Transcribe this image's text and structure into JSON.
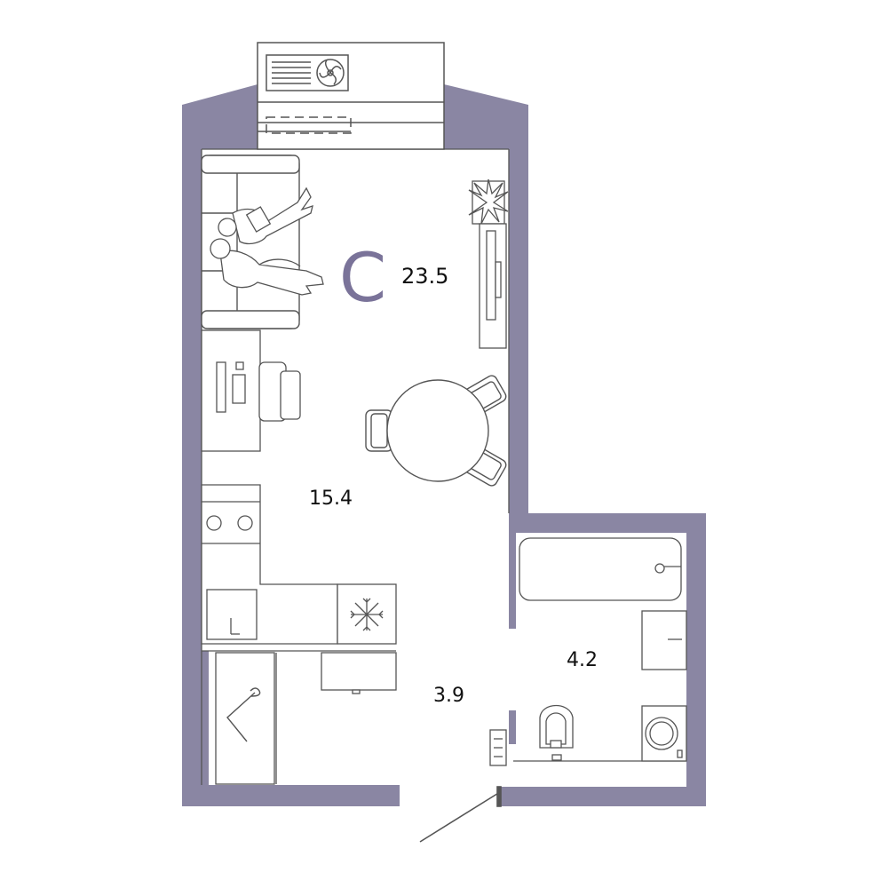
{
  "plan": {
    "apartment_type": "С",
    "total_area": "23.5",
    "rooms": [
      {
        "id": "living-kitchen",
        "area": "15.4"
      },
      {
        "id": "hallway",
        "area": "3.9"
      },
      {
        "id": "bathroom",
        "area": "4.2"
      }
    ]
  },
  "colors": {
    "wall": "#8a86a3",
    "accent": "#7a7399",
    "line": "#555555",
    "background": "#ffffff"
  },
  "icons": [
    "air-conditioner-icon",
    "sofa-icon",
    "people-icon",
    "plant-icon",
    "tv-icon",
    "desk-icon",
    "chair-icon",
    "dining-table-icon",
    "stove-icon",
    "sink-icon",
    "fridge-snowflake-icon",
    "hanger-icon",
    "bathtub-icon",
    "toilet-icon",
    "washing-machine-icon",
    "radiator-icon",
    "door-icon"
  ]
}
